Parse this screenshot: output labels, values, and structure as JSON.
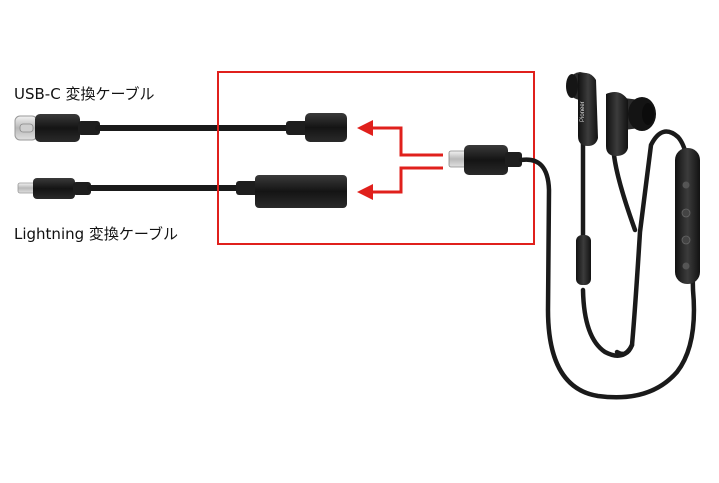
{
  "labels": {
    "usb_c_cable": "USB-C 変換ケーブル",
    "lightning_cable": "Lightning 変換ケーブル"
  },
  "earphone": {
    "brand_mark": "Pioneer"
  },
  "colors": {
    "highlight_box": "#e0201c",
    "arrows": "#e0201c",
    "cable": "#1a1a1a",
    "background": "#ffffff"
  },
  "icons": [
    "usb-c-plug-icon",
    "lightning-plug-icon",
    "micro-usb-plug-icon",
    "earbud-icon",
    "inline-remote-icon"
  ]
}
